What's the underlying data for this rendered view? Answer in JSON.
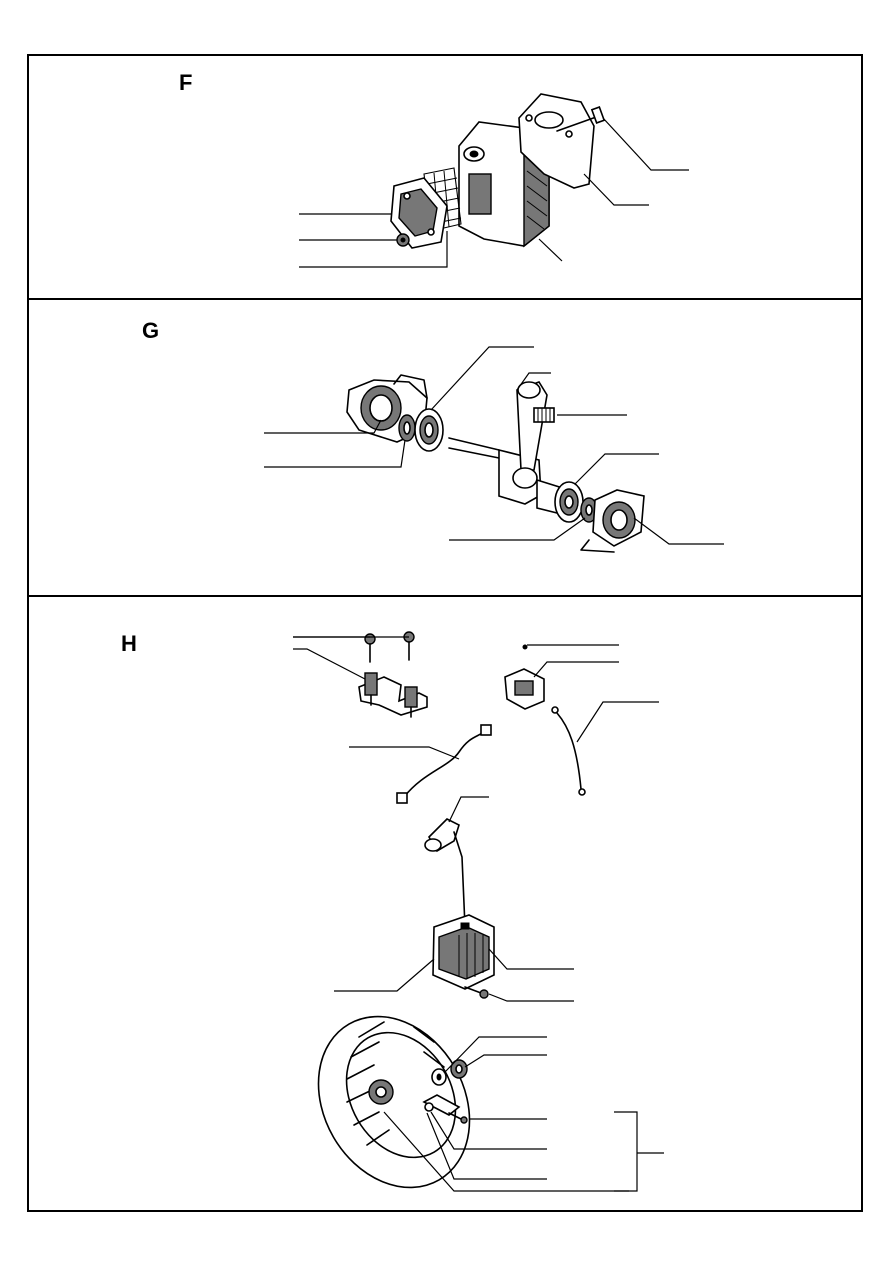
{
  "panels": [
    {
      "id": "F",
      "letter": "F"
    },
    {
      "id": "G",
      "letter": "G"
    },
    {
      "id": "H",
      "letter": "H"
    }
  ]
}
